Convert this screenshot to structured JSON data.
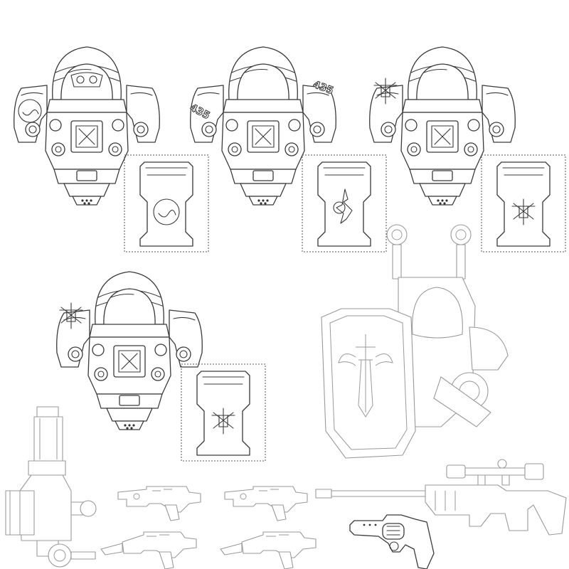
{
  "decals": {
    "shoulder_number": "435"
  },
  "colors": {
    "line": "#3a3a3a",
    "line_light": "#9a9a9a",
    "background": "#ffffff"
  },
  "icons": [
    "armor-torso",
    "decal-panel",
    "star-emblem",
    "winged-cross-emblem",
    "shield",
    "rocket-launcher",
    "blaster",
    "revolver",
    "sniper-rifle"
  ]
}
